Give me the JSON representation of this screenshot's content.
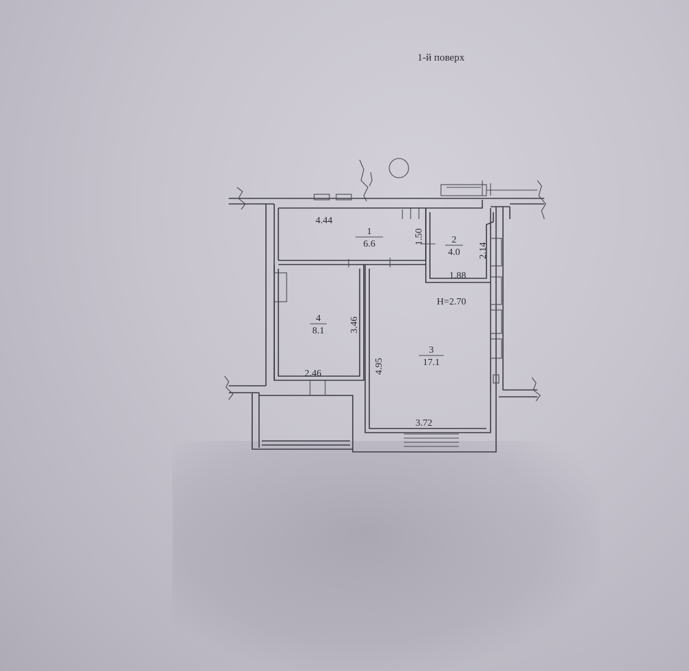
{
  "floor_title": "1-й поверх",
  "ceiling_height": "H=2.70",
  "rooms": [
    {
      "number": "1",
      "area": "6.6"
    },
    {
      "number": "2",
      "area": "4.0"
    },
    {
      "number": "3",
      "area": "17.1"
    },
    {
      "number": "4",
      "area": "8.1"
    }
  ],
  "dimensions": {
    "room1_length": "4.44",
    "room1_width": "1.50",
    "room2_length": "2.14",
    "room2_width": "1.88",
    "room3_length": "4.95",
    "room3_width": "3.72",
    "room4_length": "3.46",
    "room4_width": "2.46"
  }
}
